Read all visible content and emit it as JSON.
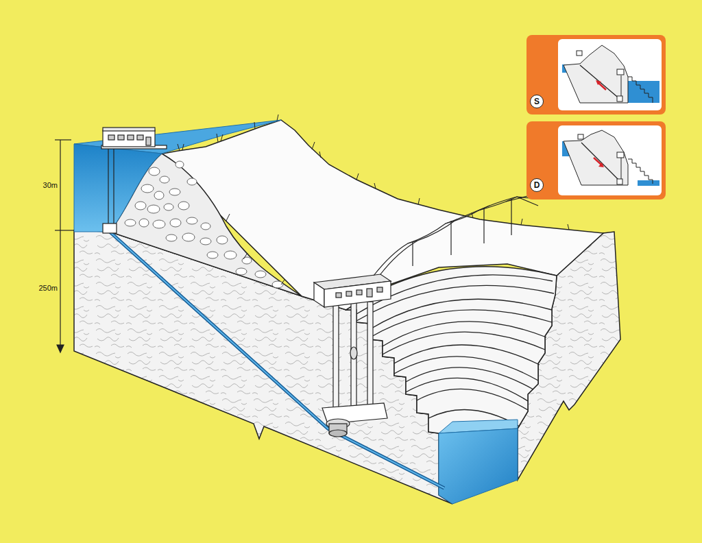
{
  "diagram": {
    "nodes": [
      {
        "text": [
          "S"
        ]
      },
      {
        "text": [
          "D"
        ]
      }
    ],
    "labels": [
      "30m",
      "250m"
    ]
  }
}
